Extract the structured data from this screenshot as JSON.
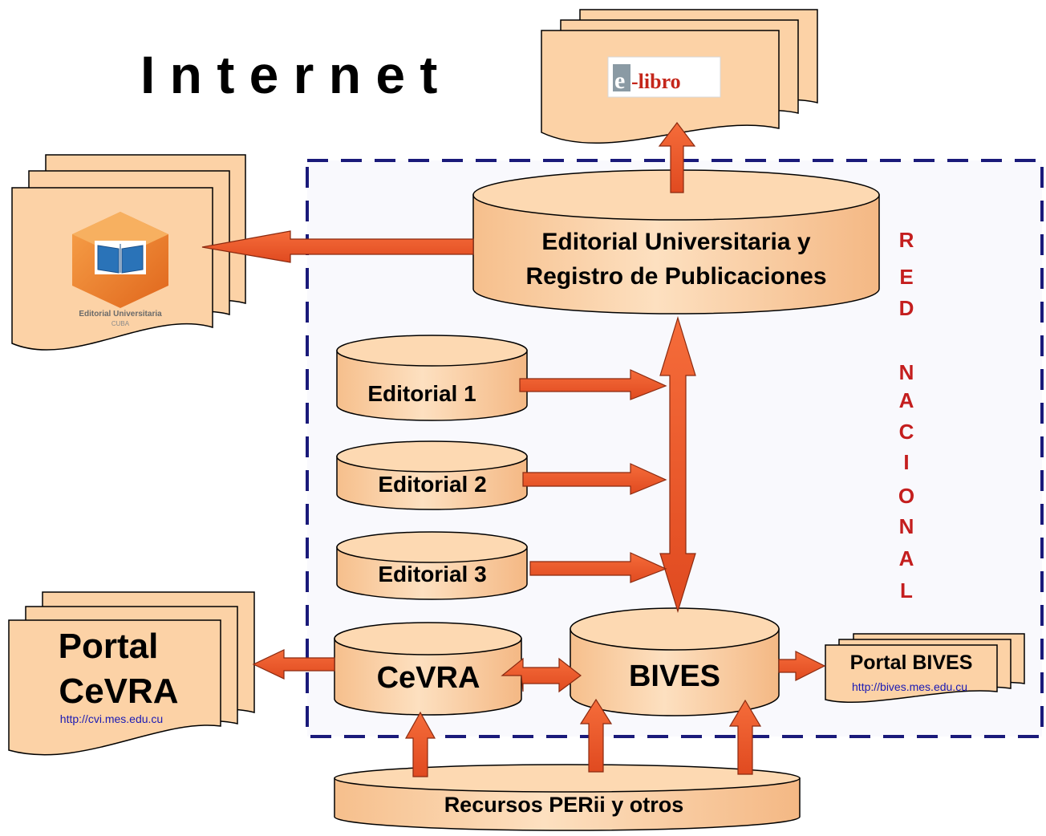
{
  "title": "I n t e r n e t",
  "red_nacional": [
    "R",
    "E",
    "D",
    "",
    "N",
    "A",
    "C",
    "I",
    "O",
    "N",
    "A",
    "L"
  ],
  "editorial_main": {
    "line1": "Editorial Universitaria y",
    "line2": "Registro de Publicaciones"
  },
  "editoriales": [
    "Editorial 1",
    "Editorial 2",
    "Editorial 3"
  ],
  "cevra": "CeVRA",
  "bives": "BIVES",
  "recursos": "Recursos PERii y otros",
  "elibro_logo": {
    "e": "e",
    "rest": "-libro"
  },
  "eu_logo": {
    "line1": "Editorial Universitaria",
    "line2": "CUBA"
  },
  "portal_cevra": {
    "line1": "Portal",
    "line2": "CeVRA",
    "url": "http://cvi.mes.edu.cu"
  },
  "portal_bives": {
    "line1": "Portal BIVES",
    "url": "http://bives.mes.edu.cu"
  },
  "colors": {
    "box_fill": "#fcd2a6",
    "arrow": "#f2582a",
    "dash": "#1a1a7a",
    "red_text": "#c41e1e"
  }
}
